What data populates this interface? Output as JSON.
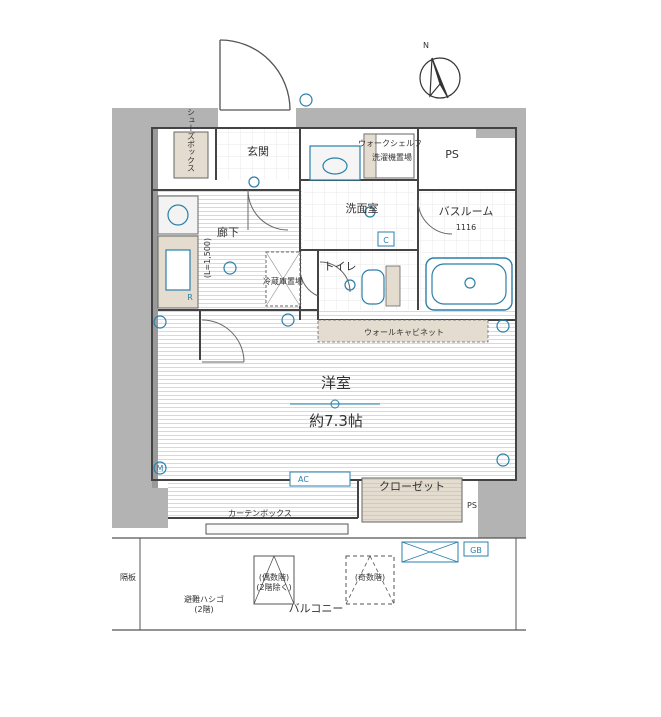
{
  "rooms": {
    "genkan": "玄関",
    "shoes_box": "シューズボックス",
    "hallway": "廊下",
    "hallway_dim": "(L=1,500)",
    "washroom": "洗面室",
    "bathroom": "バスルーム",
    "bathroom_size": "1116",
    "toilet": "トイレ",
    "western_room": "洋室",
    "western_room_size": "約7.3帖",
    "closet": "クローゼット",
    "ps_top": "PS",
    "ps_bottom": "PS",
    "walk_shelf": "ウォークシェルフ",
    "washer_space": "洗濯機置場",
    "fridge_space": "冷蔵庫置場",
    "wall_cabinet": "ウォールキャビネット",
    "curtain_box": "カーテンボックス",
    "balcony": "バルコニー",
    "partition": "隔板",
    "evac_ladder": "避難ハシゴ",
    "evac_ladder_floor": "(2階)",
    "even_floor": "(偶数階)",
    "except_2f": "(2階除く)",
    "odd_floor": "(奇数階)",
    "gb": "GB",
    "ac": "AC",
    "compass_n": "N"
  },
  "symbols": {
    "c_mark": "C",
    "r_mark": "R",
    "m_mark": "M"
  },
  "colors": {
    "wall": "#b3b3b3",
    "cabinet": "#e3dccf",
    "closet": "#e3dccf",
    "flooring_line": "#cfcfcf",
    "equipment": "#2a7fa8",
    "line": "#444444"
  }
}
